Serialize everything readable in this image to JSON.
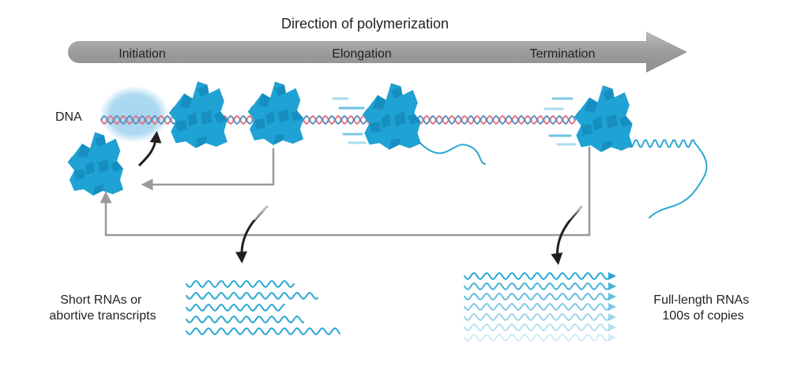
{
  "header": {
    "title": "Direction of polymerization",
    "stages": [
      "Initiation",
      "Elongation",
      "Termination"
    ]
  },
  "labels": {
    "dna": "DNA",
    "short_rnas": [
      "Short RNAs or",
      "abortive transcripts"
    ],
    "full_rnas": [
      "Full-length RNAs",
      "100s of copies"
    ]
  },
  "colors": {
    "polymerase": "#1fa3d4",
    "polymerase_shade": "#0f7fae",
    "rna": "#2aa8d2",
    "dna_strand_a": "#e3737e",
    "dna_strand_b": "#5f8fbf",
    "arrow_band": "#a3a3a3",
    "promoter_glow": "#9fd3ef",
    "flow_line": "#9a9a9a",
    "label": "#231f20"
  },
  "icons": [
    "rna-polymerase-icon",
    "dna-helix-icon",
    "rna-strand-icon"
  ]
}
